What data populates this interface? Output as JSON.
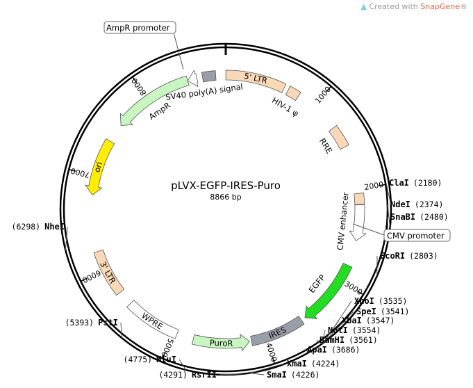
{
  "watermark": {
    "prefix": "Created with ",
    "brand": "SnapGene",
    "suffix": "®"
  },
  "plasmid": {
    "name": "pLVX-EGFP-IRES-Puro",
    "length_label": "8866 bp",
    "length": 8866
  },
  "colors": {
    "ltr": "#f9d8b7",
    "rre": "#f9d8b7",
    "cmv": "#ffffff",
    "egfp": "#22dd22",
    "ires": "#999ea8",
    "puro": "#c8f5c0",
    "wpre": "#ffffff",
    "ampr": "#c8f5c0",
    "ori": "#ffee00",
    "grey": "#9a9ea8"
  },
  "ticks": [
    {
      "pos": 1000,
      "label": "1000"
    },
    {
      "pos": 2000,
      "label": "2000"
    },
    {
      "pos": 3000,
      "label": "3000"
    },
    {
      "pos": 4000,
      "label": "4000"
    },
    {
      "pos": 5000,
      "label": "5000"
    },
    {
      "pos": 6000,
      "label": "6000"
    },
    {
      "pos": 7000,
      "label": "7000"
    },
    {
      "pos": 8000,
      "label": "8000"
    }
  ],
  "features": [
    {
      "name": "5' LTR",
      "start": 1,
      "end": 634,
      "dir": "none",
      "color": "#f9d8b7",
      "label_inside": true
    },
    {
      "name": "HIV-1 ψ",
      "start": 681,
      "end": 806,
      "dir": "none",
      "color": "#f9d8b7",
      "label_inside": false
    },
    {
      "name": "RRE",
      "start": 1304,
      "end": 1537,
      "dir": "none",
      "color": "#f9d8b7",
      "label_inside": false
    },
    {
      "name": "",
      "start": 2049,
      "end": 2165,
      "dir": "none",
      "color": "#f9d8b7",
      "label_inside": false
    },
    {
      "name": "CMV enhancer",
      "start": 2170,
      "end": 2550,
      "dir": "cw",
      "color": "#ffffff",
      "label_inside": false
    },
    {
      "name": "EGFP",
      "start": 2822,
      "end": 3541,
      "dir": "cw",
      "color": "#22dd22",
      "label_inside": false
    },
    {
      "name": "IRES",
      "start": 3587,
      "end": 4160,
      "dir": "none",
      "color": "#999ea8",
      "label_inside": true
    },
    {
      "name": "PuroR",
      "start": 4180,
      "end": 4779,
      "dir": "ccw",
      "color": "#c8f5c0",
      "label_inside": true
    },
    {
      "name": "WPRE",
      "start": 4960,
      "end": 5550,
      "dir": "none",
      "color": "#ffffff",
      "label_inside": true
    },
    {
      "name": "3' LTR",
      "start": 5710,
      "end": 6200,
      "dir": "none",
      "color": "#f9d8b7",
      "label_inside": true
    },
    {
      "name": "ori",
      "start": 6800,
      "end": 7400,
      "dir": "ccw",
      "color": "#ffee00",
      "label_inside": true
    },
    {
      "name": "AmpR",
      "start": 7600,
      "end": 8460,
      "dir": "ccw",
      "color": "#c8f5c0",
      "label_inside": false
    },
    {
      "name": "",
      "start": 8460,
      "end": 8560,
      "dir": "ccw",
      "color": "#ffffff",
      "label_inside": false
    },
    {
      "name": "",
      "start": 8620,
      "end": 8760,
      "dir": "none",
      "color": "#9a9ea8",
      "label_inside": false
    }
  ],
  "feature_labels": {
    "sv40": "SV40 poly(A) signal",
    "ampr_promoter": "AmpR promoter",
    "cmv_promoter": "CMV promoter"
  },
  "sites": [
    {
      "name": "ClaI",
      "pos_label": "(2180)",
      "pos": 2180
    },
    {
      "name": "NdeI",
      "pos_label": "(2374)",
      "pos": 2374
    },
    {
      "name": "SnaBI",
      "pos_label": "(2480)",
      "pos": 2480
    },
    {
      "name": "EcoRI",
      "pos_label": "(2803)",
      "pos": 2803
    },
    {
      "name": "XhoI",
      "pos_label": "(3535)",
      "pos": 3535
    },
    {
      "name": "SpeI",
      "pos_label": "(3541)",
      "pos": 3541
    },
    {
      "name": "XbaI",
      "pos_label": "(3547)",
      "pos": 3547
    },
    {
      "name": "NotI",
      "pos_label": "(3554)",
      "pos": 3554
    },
    {
      "name": "BamHI",
      "pos_label": "(3561)",
      "pos": 3561
    },
    {
      "name": "ApaI",
      "pos_label": "(3686)",
      "pos": 3686
    },
    {
      "name": "XmaI",
      "pos_label": "(4224)",
      "pos": 4224
    },
    {
      "name": "SmaI",
      "pos_label": "(4226)",
      "pos": 4226
    },
    {
      "name": "RsrII",
      "pos_label": "(4291)",
      "pos": 4291
    },
    {
      "name": "MluI",
      "pos_label": "(4775)",
      "pos": 4775
    },
    {
      "name": "PstI",
      "pos_label": "(5393)",
      "pos": 5393
    },
    {
      "name": "NheI",
      "pos_label": "(6298)",
      "pos": 6298
    }
  ]
}
